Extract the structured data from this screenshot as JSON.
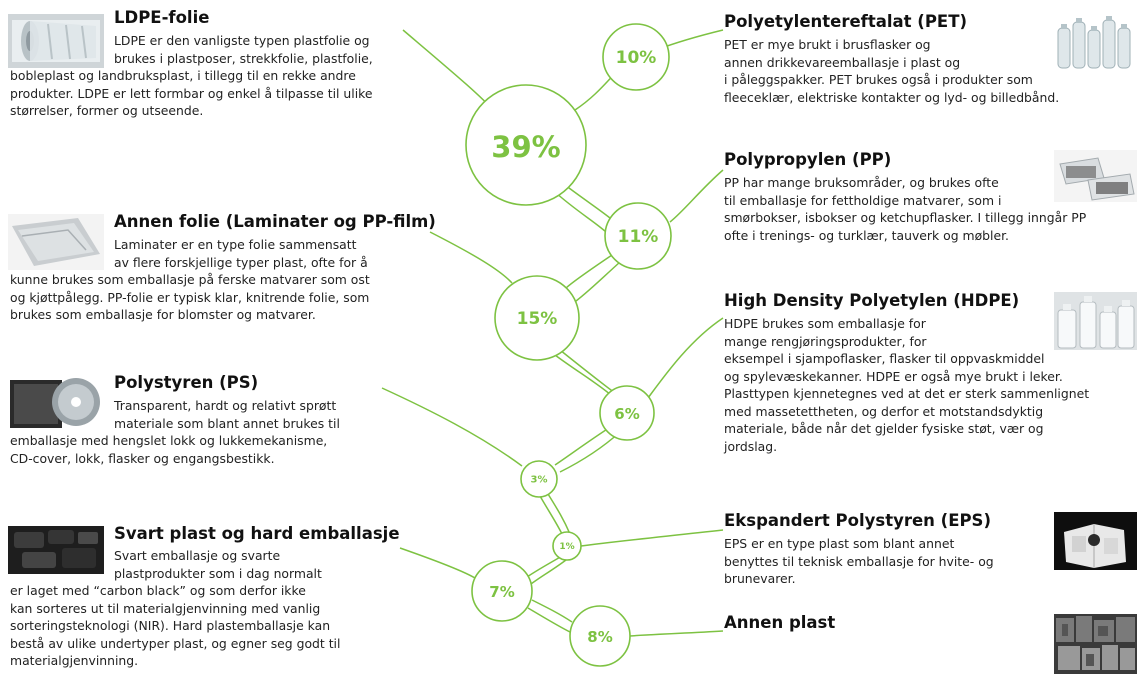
{
  "accent_color": "#7dc242",
  "plastics": [
    {
      "id": "ldpe",
      "share": "39%",
      "title": "LDPE-folie",
      "image_icon": "plastic-film-roll",
      "lines": [
        "LDPE er den vanligste typen plastfolie og",
        "brukes i plastposer, strekkfolie, plastfolie,",
        "bobleplast og landbruksplast, i tillegg til en rekke andre",
        "produkter. LDPE er lett formbar og enkel å tilpasse til ulike",
        "størrelser, former og utseende."
      ]
    },
    {
      "id": "annen-folie",
      "share": "15%",
      "title": "Annen folie (Laminater og PP-film)",
      "image_icon": "laminate-film",
      "lines": [
        "Laminater er en type folie sammensatt",
        "av flere forskjellige typer plast, ofte for å",
        "kunne brukes som emballasje på ferske matvarer som ost",
        "og kjøttpålegg. PP-folie er typisk klar, knitrende folie, som",
        "brukes som emballasje for blomster og matvarer."
      ]
    },
    {
      "id": "ps",
      "share": "3%",
      "title": "Polystyren (PS)",
      "image_icon": "cd-cover",
      "lines": [
        "Transparent, hardt og relativt sprøtt",
        "materiale som blant annet brukes til",
        "emballasje med hengslet lokk og lukkemekanisme,",
        "CD-cover, lokk, flasker og engangsbestikk."
      ]
    },
    {
      "id": "svart-plast",
      "share": "7%",
      "title": "Svart plast og hard emballasje",
      "image_icon": "black-plastic-trays",
      "lines": [
        "Svart emballasje og svarte",
        "plastprodukter som i dag normalt",
        "er laget med “carbon black” og som derfor ikke",
        "kan sorteres ut til materialgjenvinning med vanlig",
        "sorteringsteknologi (NIR). Hard plastemballasje kan",
        "bestå av ulike undertyper plast, og egner seg godt til",
        "materialgjenvinning."
      ]
    },
    {
      "id": "pet",
      "share": "10%",
      "title": "Polyetylentereftalat (PET)",
      "image_icon": "pet-bottles",
      "lines": [
        "PET er mye brukt i brusflasker og",
        "annen drikkevareemballasje i plast og",
        "i påleggspakker. PET brukes også i produkter som",
        "fleeceklær, elektriske kontakter og lyd- og billedbånd."
      ]
    },
    {
      "id": "pp",
      "share": "11%",
      "title": "Polypropylen (PP)",
      "image_icon": "food-containers",
      "lines": [
        "PP har mange bruksområder, og brukes ofte",
        "til emballasje for fettholdige matvarer, som i",
        "smørbokser, isbokser og ketchupflasker. I tillegg inngår PP",
        "ofte i trenings- og turklær, tauverk og møbler."
      ]
    },
    {
      "id": "hdpe",
      "share": "6%",
      "title": "High Density Polyetylen (HDPE)",
      "image_icon": "hdpe-bottles",
      "lines": [
        "HDPE brukes som emballasje for",
        "mange rengjøringsprodukter, for",
        "eksempel i sjampoflasker, flasker til oppvaskmiddel",
        "og spylevæskekanner. HDPE er også mye brukt i leker.",
        "Plasttypen kjennetegnes ved at det er sterk sammenlignet",
        "med massetettheten, og derfor et motstandsdyktig",
        "materiale, både når det gjelder fysiske støt, vær og",
        "jordslag."
      ]
    },
    {
      "id": "eps",
      "share": "1%",
      "title": "Ekspandert Polystyren (EPS)",
      "image_icon": "eps-foam",
      "lines": [
        "EPS er en type plast som blant annet",
        "benyttes til teknisk emballasje for hvite- og",
        "brunevarer."
      ]
    },
    {
      "id": "annen-plast",
      "share": "8%",
      "title": "Annen plast",
      "image_icon": "mixed-plastic",
      "lines": []
    }
  ]
}
